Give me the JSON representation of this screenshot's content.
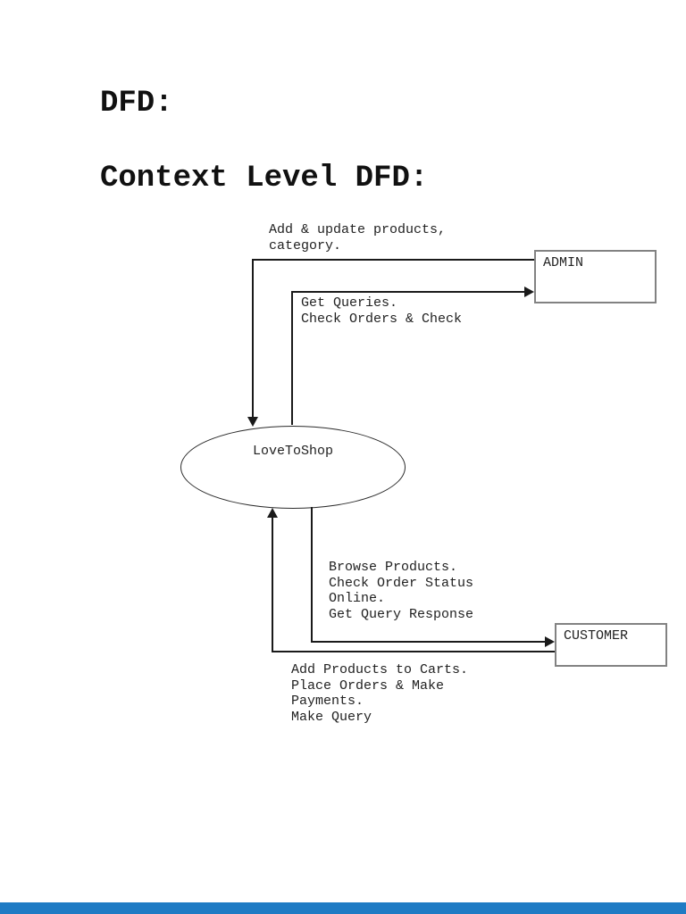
{
  "page": {
    "background": "#ffffff",
    "line_color": "#1a1a1a",
    "box_border_color": "#828282",
    "footer_bar_color": "#1f7bc4"
  },
  "headings": {
    "title": "DFD:",
    "subtitle": "Context Level DFD:"
  },
  "diagram": {
    "process": {
      "label": "LoveToShop"
    },
    "entities": {
      "admin": {
        "label": "ADMIN"
      },
      "customer": {
        "label": "CUSTOMER"
      }
    },
    "flows": {
      "admin_to_process": {
        "text": "Add & update products,\ncategory.",
        "from": "ADMIN",
        "to": "LoveToShop"
      },
      "process_to_admin": {
        "text": "Get Queries.\nCheck Orders & Check",
        "from": "LoveToShop",
        "to": "ADMIN"
      },
      "process_to_customer": {
        "text": "Browse Products.\nCheck Order Status\nOnline.\nGet Query Response",
        "from": "LoveToShop",
        "to": "CUSTOMER"
      },
      "customer_to_process": {
        "text": "Add Products to Carts.\nPlace Orders & Make\nPayments.\nMake Query",
        "from": "CUSTOMER",
        "to": "LoveToShop"
      }
    }
  }
}
